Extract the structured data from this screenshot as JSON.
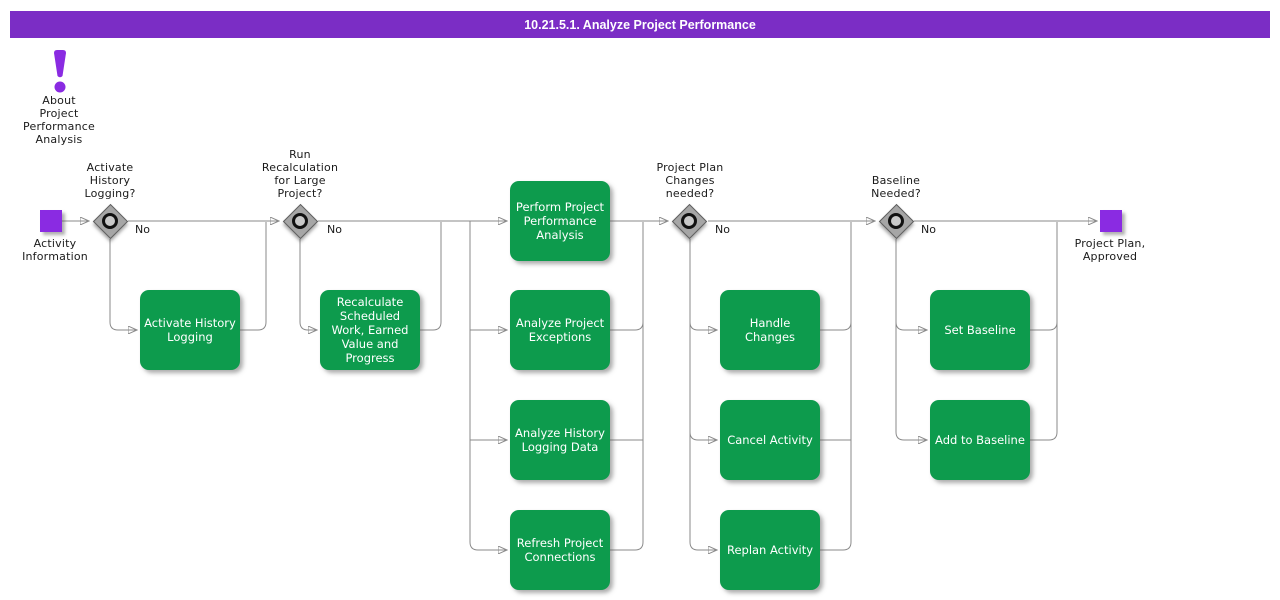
{
  "title_bar": {
    "title": "10.21.5.1. Analyze Project Performance"
  },
  "colors": {
    "title_bar_bg": "#7b2dc5",
    "title_bar_text": "#ffffff",
    "node_purple": "#8a2be2",
    "task_green": "#0d9b4d",
    "task_text": "#ffffff",
    "connector": "#8a8a8a",
    "diamond_fill": "#a6a6a6",
    "diamond_border": "#5f5f5f",
    "label_text": "#1a1a1a"
  },
  "about": {
    "label": "About\nProject\nPerformance\nAnalysis"
  },
  "start": {
    "label": "Activity\nInformation"
  },
  "end": {
    "label": "Project Plan,\nApproved"
  },
  "decisions": [
    {
      "question": "Activate\nHistory\nLogging?",
      "no_label": "No"
    },
    {
      "question": "Run\nRecalculation\nfor Large\nProject?",
      "no_label": "No"
    },
    {
      "question": "Project Plan\nChanges\nneeded?",
      "no_label": "No"
    },
    {
      "question": "Baseline\nNeeded?",
      "no_label": "No"
    }
  ],
  "tasks": [
    {
      "label": "Activate History\nLogging"
    },
    {
      "label": "Recalculate\nScheduled\nWork, Earned\nValue and\nProgress"
    },
    {
      "label": "Perform Project\nPerformance\nAnalysis"
    },
    {
      "label": "Analyze Project\nExceptions"
    },
    {
      "label": "Analyze History\nLogging Data"
    },
    {
      "label": "Refresh Project\nConnections"
    },
    {
      "label": "Handle Changes"
    },
    {
      "label": "Cancel Activity"
    },
    {
      "label": "Replan Activity"
    },
    {
      "label": "Set Baseline"
    },
    {
      "label": "Add to Baseline"
    }
  ]
}
